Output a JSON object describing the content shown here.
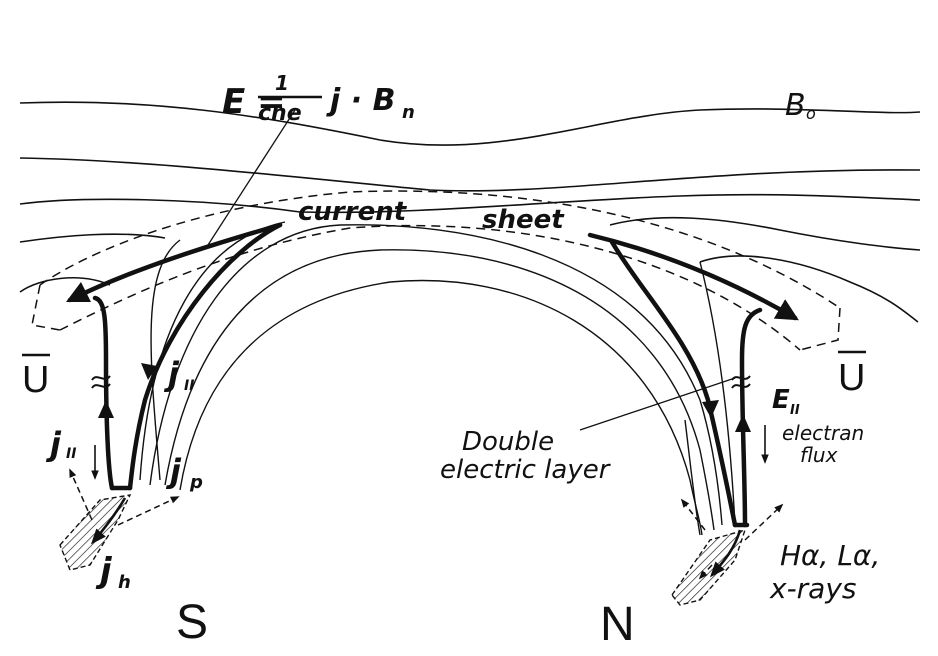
{
  "diagram": {
    "formula": {
      "lhs": "E =",
      "numerator": "1",
      "denominator": "cne",
      "rhs": "j · B",
      "rhs_sub": "n"
    },
    "field_label": {
      "main": "B",
      "sub": "o"
    },
    "current_sheet_word1": "current",
    "current_sheet_word2": "sheet",
    "velocity_left": "U",
    "velocity_right": "U",
    "j_parallel_main": {
      "main": "j",
      "sub": "II"
    },
    "j_parallel_foot": {
      "main": "j",
      "sub": "II"
    },
    "j_p": {
      "main": "j",
      "sub": "p"
    },
    "j_h": {
      "main": "j",
      "sub": "h"
    },
    "double_layer_1": "Double",
    "double_layer_2": "electric layer",
    "e_parallel": {
      "main": "E",
      "sub": "II"
    },
    "electron_flux_1": "electran",
    "electron_flux_2": "flux",
    "emission_1": "Hα, Lα,",
    "emission_2": "x-rays",
    "south": "S",
    "north": "N"
  },
  "colors": {
    "ink": "#111111",
    "background": "#ffffff"
  }
}
